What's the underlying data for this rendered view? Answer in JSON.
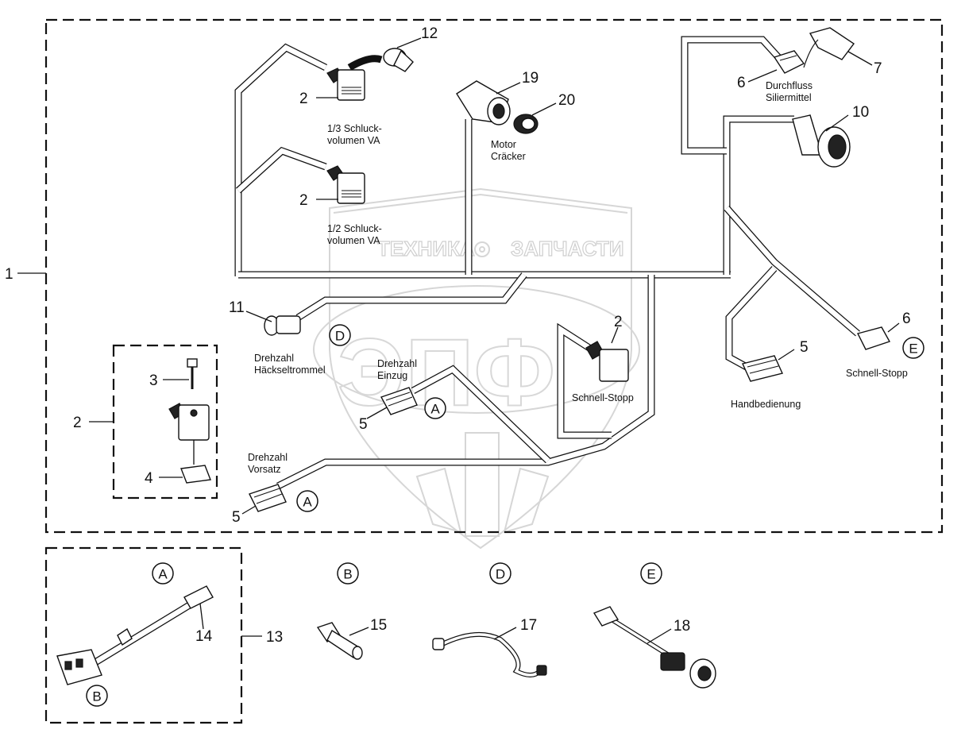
{
  "watermark": {
    "text_left": "ТЕХНИКА",
    "text_right": "ЗАПЧАСТИ",
    "logo": "ЭПФ"
  },
  "callouts": {
    "n1": "1",
    "n2_main_a": "2",
    "n2_main_b": "2",
    "n2_schnell": "2",
    "n2_kit": "2",
    "n3": "3",
    "n4": "4",
    "n5_einzug": "5",
    "n5_vorsatz": "5",
    "n5_hand": "5",
    "n6_durch": "6",
    "n6_schnell": "6",
    "n7": "7",
    "n10": "10",
    "n11": "11",
    "n12": "12",
    "n13": "13",
    "n14": "14",
    "n15": "15",
    "n17": "17",
    "n18": "18",
    "n19": "19",
    "n20": "20"
  },
  "labels": {
    "schluck13_l1": "1/3 Schluck-",
    "schluck13_l2": "volumen VA",
    "schluck12_l1": "1/2 Schluck-",
    "schluck12_l2": "volumen VA",
    "motor_l1": "Motor",
    "motor_l2": "Cräcker",
    "durchfluss_l1": "Durchfluss",
    "durchfluss_l2": "Siliermittel",
    "haeckseltrommel_l1": "Drehzahl",
    "haeckseltrommel_l2": "Häckseltrommel",
    "einzug_l1": "Drehzahl",
    "einzug_l2": "Einzug",
    "vorsatz_l1": "Drehzahl",
    "vorsatz_l2": "Vorsatz",
    "schnellstopp_mid": "Schnell-Stopp",
    "schnellstopp_right": "Schnell-Stopp",
    "handbedienung": "Handbedienung"
  },
  "letters": {
    "a_einzug": "A",
    "a_vorsatz": "A",
    "d_main": "D",
    "e_main": "E",
    "a_box": "A",
    "b_box": "B",
    "b_head": "B",
    "d_head": "D",
    "e_head": "E"
  }
}
